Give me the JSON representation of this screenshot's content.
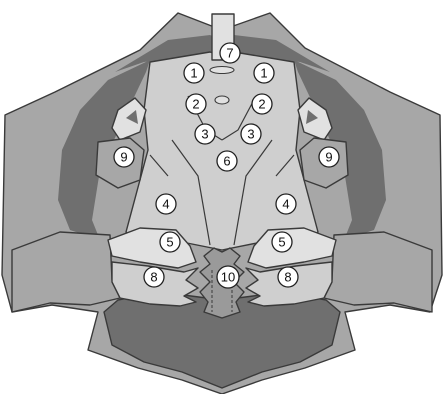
{
  "colors": {
    "dark": "#6f6f6f",
    "mid": "#a7a7a7",
    "light": "#cfcfcf",
    "lighter": "#e1e1e1",
    "outline": "#3a3a3a"
  },
  "labels": {
    "n1": "1",
    "n2": "2",
    "n3": "3",
    "n4": "4",
    "n5": "5",
    "n6": "6",
    "n7": "7",
    "n8": "8",
    "n9": "9",
    "n10": "10"
  }
}
